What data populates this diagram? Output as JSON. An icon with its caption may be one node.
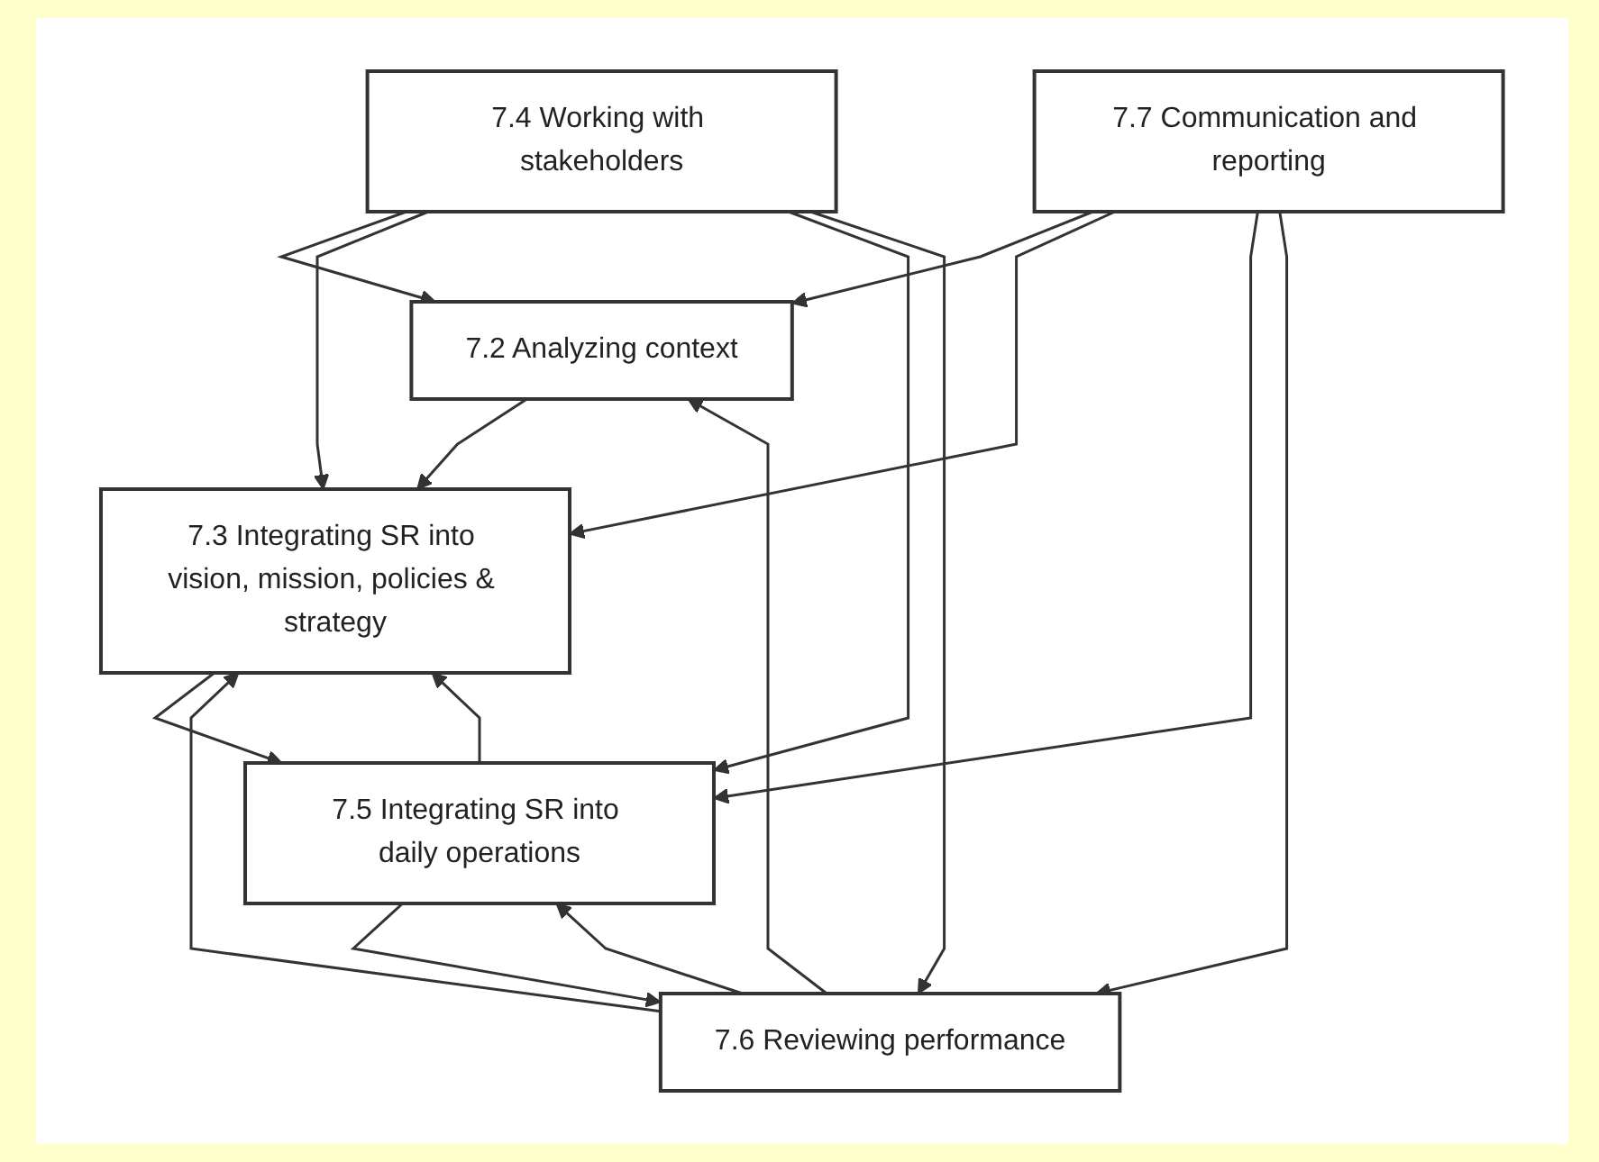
{
  "diagram": {
    "nodes": [
      {
        "text": [
          "7.2 Analyzing context"
        ]
      },
      {
        "text": [
          "7.3 Integrating SR into vision, mission, policies & strategy"
        ]
      },
      {
        "text": [
          "7.4 Working with stakeholders"
        ]
      },
      {
        "text": [
          "7.5 Integrating SR into daily operations"
        ]
      },
      {
        "text": [
          "7.6 Reviewing performance"
        ]
      },
      {
        "text": [
          "7.7 Communication and reporting"
        ]
      }
    ],
    "edges": [
      {
        "from": 0,
        "to": 1,
        "arrow": "to"
      },
      {
        "from": 1,
        "to": 3,
        "arrow": "to"
      },
      {
        "from": 3,
        "to": 4,
        "arrow": "to"
      },
      {
        "from": 2,
        "to": 0,
        "arrow": "to"
      },
      {
        "from": 2,
        "to": 1,
        "arrow": "to"
      },
      {
        "from": 2,
        "to": 3,
        "arrow": "to"
      },
      {
        "from": 2,
        "to": 4,
        "arrow": "to"
      },
      {
        "from": 5,
        "to": 0,
        "arrow": "to"
      },
      {
        "from": 5,
        "to": 1,
        "arrow": "to"
      },
      {
        "from": 5,
        "to": 3,
        "arrow": "to"
      },
      {
        "from": 5,
        "to": 4,
        "arrow": "to"
      },
      {
        "from": 3,
        "to": 1,
        "arrow": "to"
      },
      {
        "from": 4,
        "to": 0,
        "arrow": "to"
      },
      {
        "from": 4,
        "to": 1,
        "arrow": "to"
      },
      {
        "from": 4,
        "to": 3,
        "arrow": "to"
      }
    ]
  }
}
